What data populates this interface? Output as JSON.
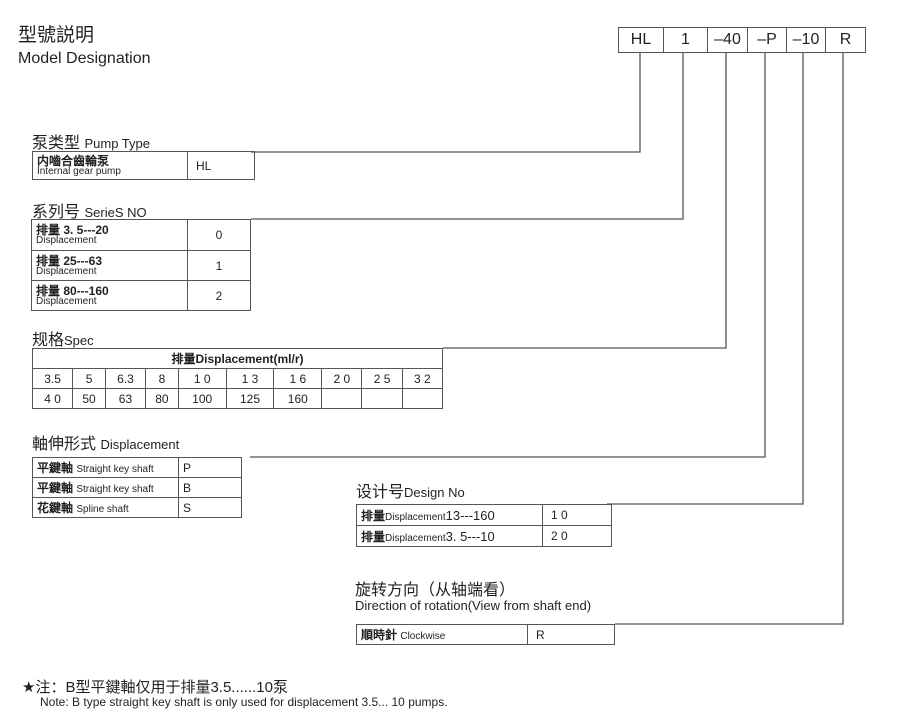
{
  "title": {
    "zh": "型號説明",
    "en": "Model Designation"
  },
  "code": [
    "HL",
    "1",
    "–40",
    "–P",
    "–10",
    "R"
  ],
  "pump_type": {
    "zh": "泵类型",
    "en": "Pump Type",
    "rows": [
      {
        "zh": "内嚙合齒輪泵",
        "en": "Internal gear pump",
        "code": "HL"
      }
    ]
  },
  "series": {
    "zh": "系列号",
    "en": "SerieS NO",
    "rows": [
      {
        "zh": "排量 3. 5---20",
        "en": "Displacement",
        "code": "0"
      },
      {
        "zh": "排量 25---63",
        "en": "Displacement",
        "code": "1"
      },
      {
        "zh": "排量 80---160",
        "en": "Displacement",
        "code": "2"
      }
    ]
  },
  "spec": {
    "zh": "规格",
    "en": "Spec",
    "header": "排量Displacement(ml/r)",
    "row1": [
      "3.5",
      "5",
      "6.3",
      "8",
      "1 0",
      "1 3",
      "1 6",
      "2 0",
      "2 5",
      "3 2"
    ],
    "row2": [
      "4 0",
      "50",
      "63",
      "80",
      "100",
      "125",
      "160",
      "",
      "",
      ""
    ]
  },
  "shaft": {
    "zh": "軸伸形式",
    "en": "Displacement",
    "rows": [
      {
        "zh": "平鍵軸",
        "en": "Straight key shaft",
        "code": "P"
      },
      {
        "zh": "平鍵軸",
        "en": "Straight key shaft",
        "code": "B"
      },
      {
        "zh": "花鍵軸",
        "en": "Spline shaft",
        "code": "S"
      }
    ]
  },
  "design": {
    "zh": "设计号",
    "en": "Design No",
    "rows": [
      {
        "zh": "排量",
        "en": "Displacement",
        "range": "13---160",
        "code": "1 0"
      },
      {
        "zh": "排量",
        "en": "Displacement",
        "range": "3. 5---10",
        "code": "2 0"
      }
    ]
  },
  "rotation": {
    "zh": "旋转方向（从轴端看）",
    "en": "Direction of rotation(View from shaft end)",
    "rows": [
      {
        "zh": "順時針",
        "en": "Clockwise",
        "code": "R"
      }
    ]
  },
  "note": {
    "zh": "★注：B型平鍵軸仅用于排量3.5......10泵",
    "en": "Note: B type straight key shaft is only used for displacement 3.5... 10 pumps."
  }
}
